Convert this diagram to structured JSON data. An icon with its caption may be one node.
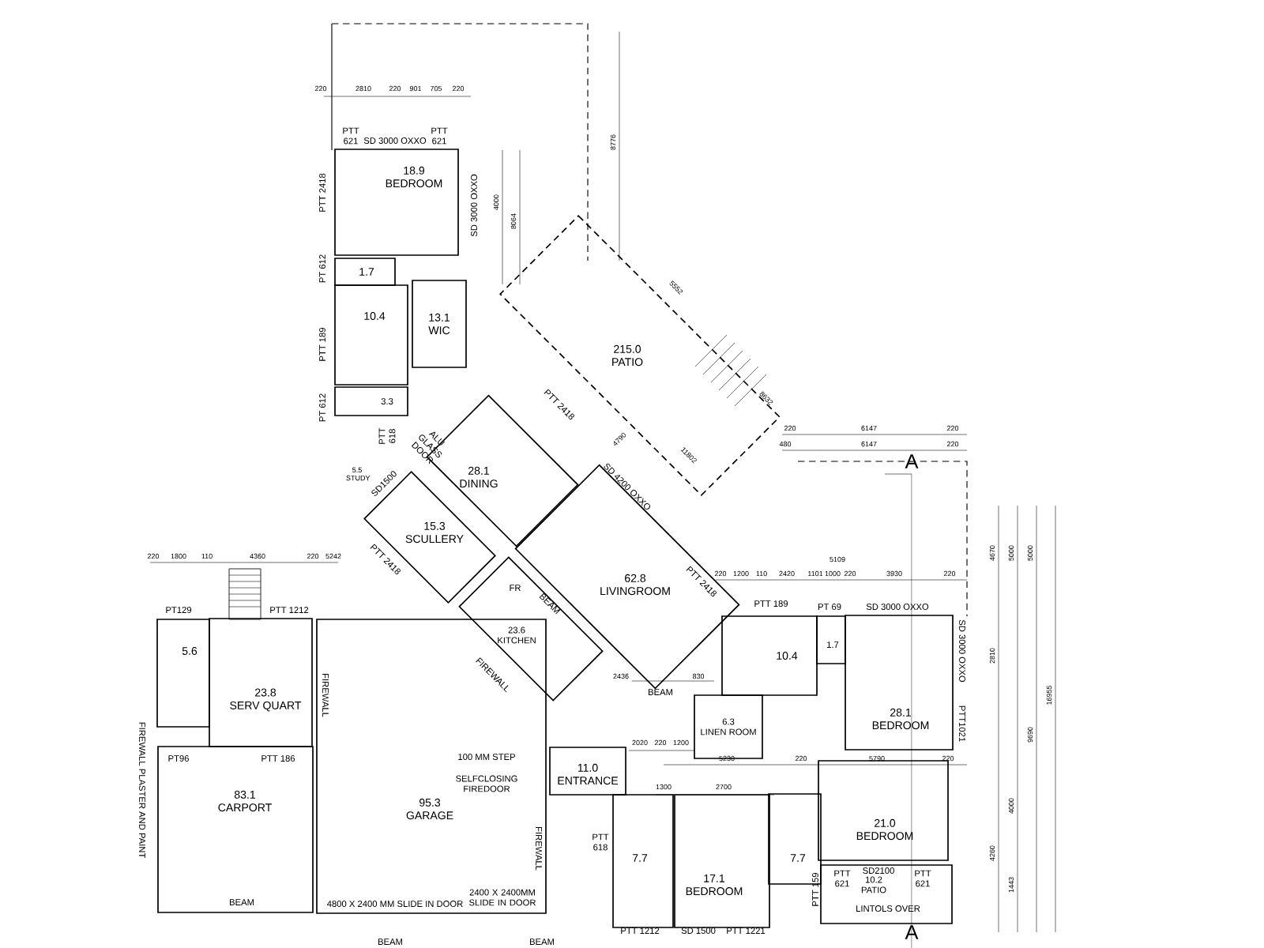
{
  "diagram": {
    "nodes": [
      {
        "text": [
          "18.9",
          "BEDROOM"
        ]
      },
      {
        "text": [
          "1.7"
        ]
      },
      {
        "text": [
          "10.4"
        ]
      },
      {
        "text": [
          "13.1",
          "WIC"
        ]
      },
      {
        "text": [
          "3.3"
        ]
      },
      {
        "text": [
          "215.0",
          "PATIO"
        ]
      },
      {
        "text": [
          "28.1",
          "DINING"
        ]
      },
      {
        "text": [
          "15.3",
          "SCULLERY"
        ]
      },
      {
        "text": [
          "62.8",
          "LIVINGROOM"
        ]
      },
      {
        "text": [
          "23.6",
          "KITCHEN"
        ]
      },
      {
        "text": [
          "5.6"
        ]
      },
      {
        "text": [
          "23.8",
          "SERV QUART"
        ]
      },
      {
        "text": [
          "83.1",
          "CARPORT"
        ]
      },
      {
        "text": [
          "95.3",
          "GARAGE"
        ]
      },
      {
        "text": [
          "11.0",
          "ENTRANCE"
        ]
      },
      {
        "text": [
          "10.4"
        ]
      },
      {
        "text": [
          "1.7"
        ]
      },
      {
        "text": [
          "28.1",
          "BEDROOM"
        ]
      },
      {
        "text": [
          "6.3",
          "LINEN ROOM"
        ]
      },
      {
        "text": [
          "21.0",
          "BEDROOM"
        ]
      },
      {
        "text": [
          "7.7"
        ]
      },
      {
        "text": [
          "17.1",
          "BEDROOM"
        ]
      },
      {
        "text": [
          "7.7"
        ]
      },
      {
        "text": [
          "10.2",
          "PATIO"
        ]
      }
    ],
    "labels": [
      "220",
      "2810",
      "220",
      "901",
      "705",
      "220",
      "PTT 621",
      "SD 3000 OXXO",
      "PTT 621",
      "PTT 2418",
      "SD 3000 OXXO",
      "4000",
      "8064",
      "8776",
      "PT 612",
      "PTT 189",
      "PT 612",
      "5552",
      "ALU GLASS DOOR",
      "PTT 618",
      "5.5 STUDY",
      "SD1500",
      "PTT 2418",
      "4790",
      "11802",
      "8632",
      "SD 4200 OXXO",
      "PTT 2418",
      "PTT 2418",
      "220",
      "6147",
      "220",
      "480",
      "6147",
      "220",
      "A",
      "5109",
      "220",
      "1200",
      "110",
      "2420",
      "1101",
      "1000",
      "220",
      "3930",
      "220",
      "220",
      "1800",
      "110",
      "4360",
      "220",
      "5242",
      "FR",
      "BEAM",
      "PT129",
      "PTT 1212",
      "PTT 189",
      "PT 69",
      "SD 3000 OXXO",
      "SD 3000 OXXO",
      "PTT1021",
      "FIREWALL",
      "FIREWALL",
      "BEAM",
      "2436",
      "830",
      "FIREWALL PLASTER AND PAINT",
      "PT96",
      "PTT 186",
      "2020",
      "220",
      "1200",
      "5230",
      "220",
      "5790",
      "220",
      "1300",
      "2700",
      "100 MM STEP",
      "SELFCLOSING FIREDOOR",
      "PTT 618",
      "FIREWALL",
      "PTT 159",
      "PTT 621",
      "SD2100",
      "PTT 621",
      "LINTOLS OVER",
      "BEAM",
      "4800 X 2400 MM SLIDE IN DOOR",
      "2400 X 2400MM SLIDE IN DOOR",
      "PTT 1212",
      "SD 1500",
      "PTT 1221",
      "BEAM",
      "BEAM",
      "A",
      "4670",
      "5000",
      "5000",
      "2810",
      "16955",
      "9690",
      "4000",
      "4260",
      "1443"
    ]
  }
}
